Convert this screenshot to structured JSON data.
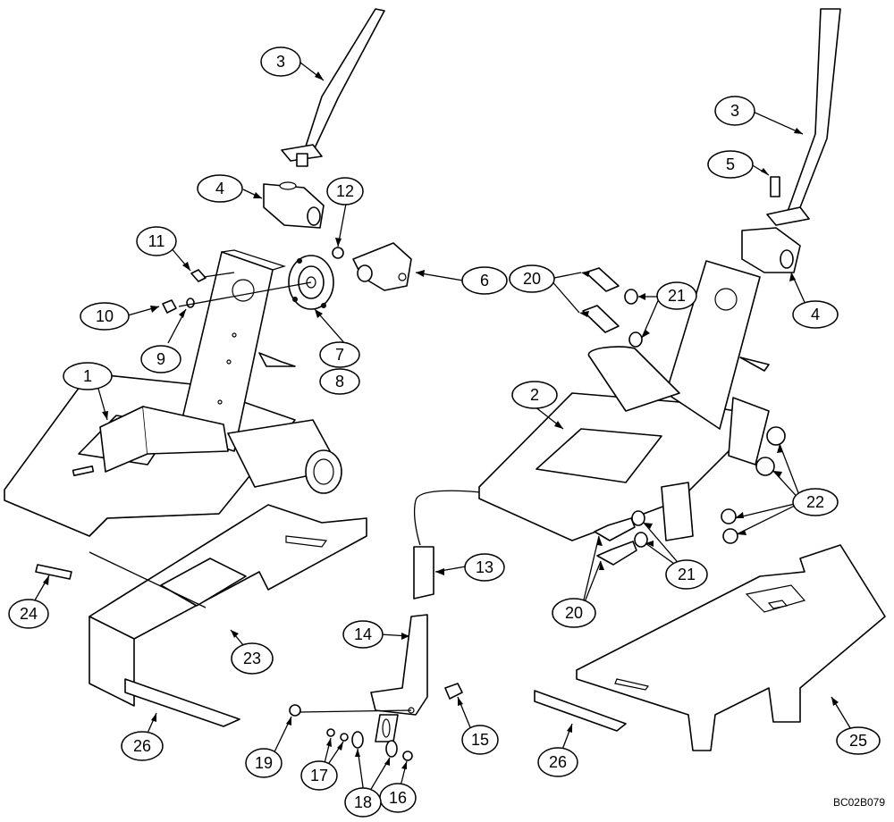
{
  "figure_id": "BC02B079",
  "callouts": [
    {
      "label": "1"
    },
    {
      "label": "2"
    },
    {
      "label": "3"
    },
    {
      "label": "3"
    },
    {
      "label": "4"
    },
    {
      "label": "4"
    },
    {
      "label": "5"
    },
    {
      "label": "6"
    },
    {
      "label": "7"
    },
    {
      "label": "8"
    },
    {
      "label": "9"
    },
    {
      "label": "10"
    },
    {
      "label": "11"
    },
    {
      "label": "12"
    },
    {
      "label": "13"
    },
    {
      "label": "14"
    },
    {
      "label": "15"
    },
    {
      "label": "16"
    },
    {
      "label": "17"
    },
    {
      "label": "18"
    },
    {
      "label": "19"
    },
    {
      "label": "20"
    },
    {
      "label": "20"
    },
    {
      "label": "21"
    },
    {
      "label": "21"
    },
    {
      "label": "22"
    },
    {
      "label": "23"
    },
    {
      "label": "24"
    },
    {
      "label": "25"
    },
    {
      "label": "26"
    },
    {
      "label": "26"
    }
  ]
}
